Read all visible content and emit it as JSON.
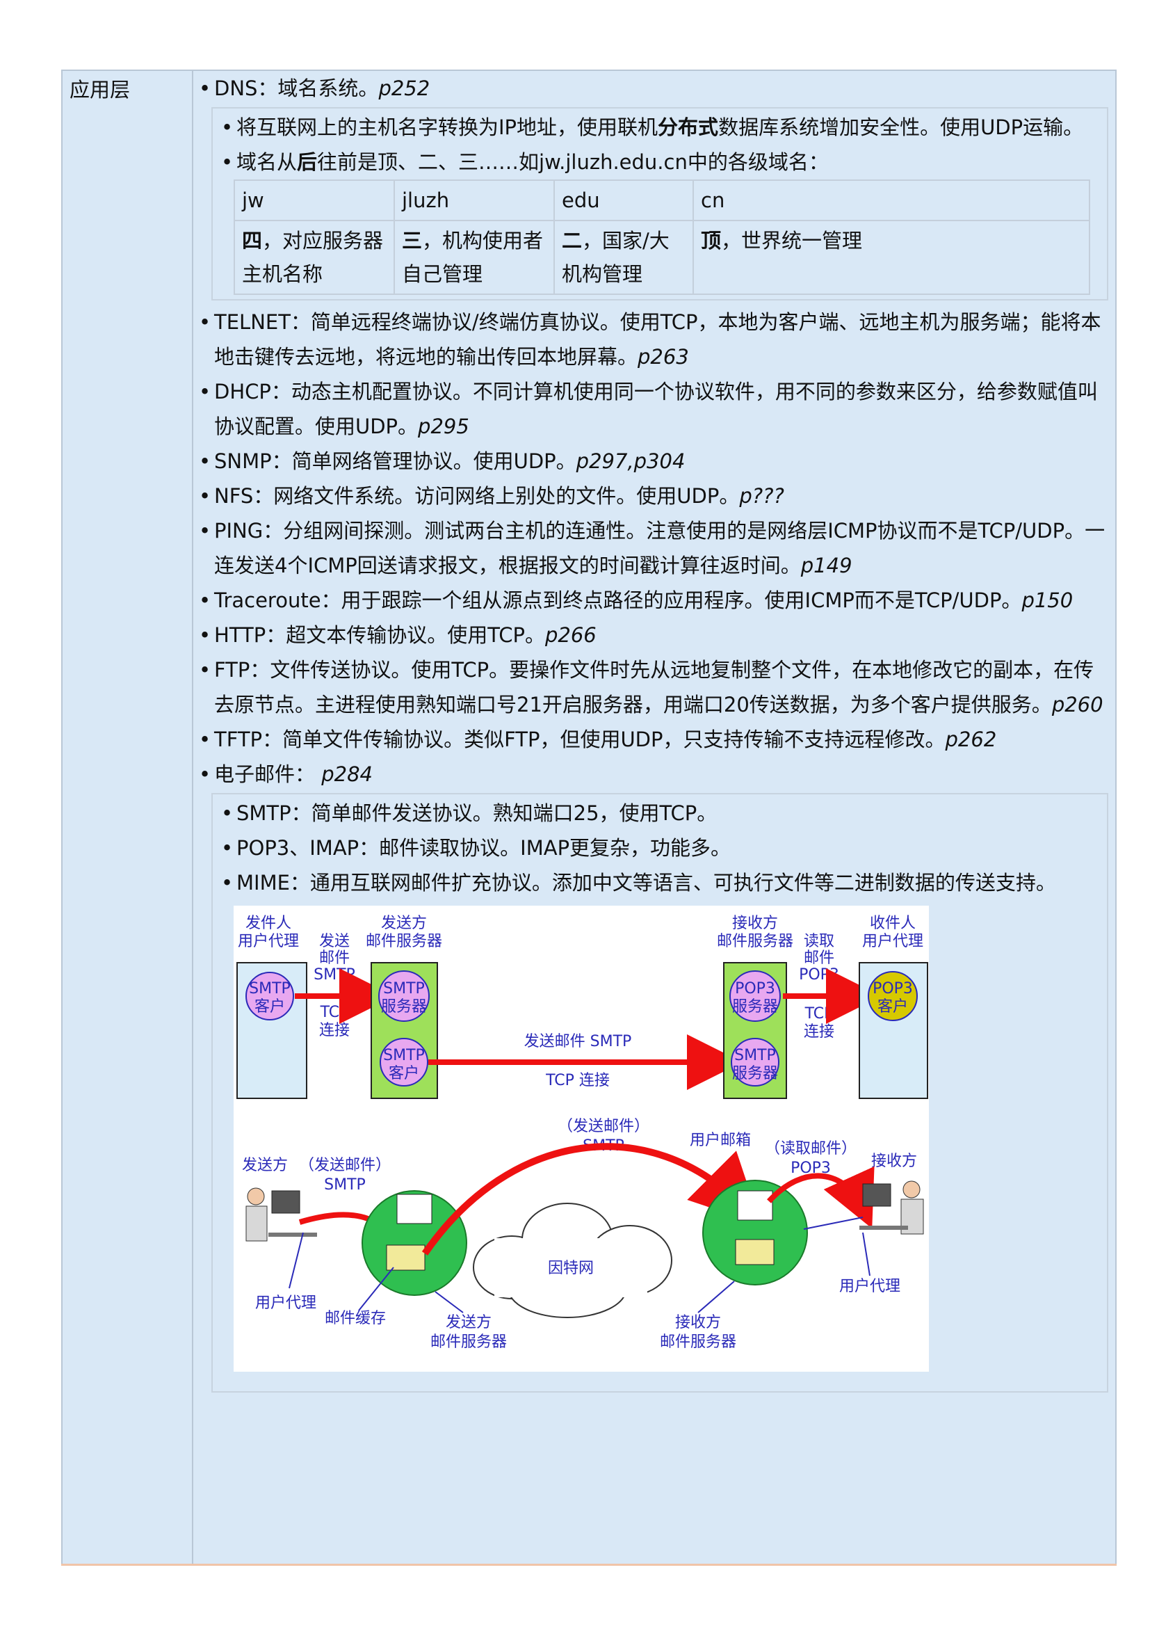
{
  "layer": "应用层",
  "dns": {
    "title": "DNS：域名系统。",
    "ref": "p252",
    "desc_a": "将互联网上的主机名字转换为IP地址，使用联机",
    "desc_bold": "分布式",
    "desc_b": "数据库系统增加安全性。使用UDP运输。",
    "order_a": "域名从",
    "order_bold": "后",
    "order_b": "往前是顶、二、三……如jw.jluzh.edu.cn中的各级域名：",
    "table": {
      "headers": [
        "jw",
        "jluzh",
        "edu",
        "cn"
      ],
      "levels": [
        "四",
        "三",
        "二",
        "顶"
      ],
      "descs": [
        "，对应服务器主机名称",
        "，机构使用者自己管理",
        "，国家/大机构管理",
        "，世界统一管理"
      ]
    }
  },
  "items": [
    {
      "text": "TELNET：简单远程终端协议/终端仿真协议。使用TCP，本地为客户端、远地主机为服务端；能将本地击键传去远地，将远地的输出传回本地屏幕。",
      "ref": "p263"
    },
    {
      "text": "DHCP：动态主机配置协议。不同计算机使用同一个协议软件，用不同的参数来区分，给参数赋值叫协议配置。使用UDP。",
      "ref": "p295"
    },
    {
      "text": "SNMP：简单网络管理协议。使用UDP。",
      "ref": "p297,p304"
    },
    {
      "text": "NFS：网络文件系统。访问网络上别处的文件。使用UDP。",
      "ref": "p???"
    },
    {
      "text": "PING：分组网间探测。测试两台主机的连通性。注意使用的是网络层ICMP协议而不是TCP/UDP。一连发送4个ICMP回送请求报文，根据报文的时间戳计算往返时间。",
      "ref": "p149"
    },
    {
      "text": "Traceroute：用于跟踪一个组从源点到终点路径的应用程序。使用ICMP而不是TCP/UDP。",
      "ref": "p150"
    },
    {
      "text": "HTTP：超文本传输协议。使用TCP。",
      "ref": "p266"
    },
    {
      "text": "FTP：文件传送协议。使用TCP。要操作文件时先从远地复制整个文件，在本地修改它的副本，在传去原节点。主进程使用熟知端口号21开启服务器，用端口20传送数据，为多个客户提供服务。",
      "ref": "p260"
    },
    {
      "text": "TFTP：简单文件传输协议。类似FTP，但使用UDP，只支持传输不支持远程修改。",
      "ref": "p262"
    }
  ],
  "email": {
    "title": "电子邮件：",
    "ref": "p284",
    "sub": [
      "SMTP：简单邮件发送协议。熟知端口25，使用TCP。",
      "POP3、IMAP：邮件读取协议。IMAP更复杂，功能多。",
      "MIME：通用互联网邮件扩充协议。添加中文等语言、可执行文件等二进制数据的传送支持。"
    ]
  },
  "diagram": {
    "sender_agent": [
      "发件人",
      "用户代理"
    ],
    "sender_server": [
      "发送方",
      "邮件服务器"
    ],
    "receiver_server": [
      "接收方",
      "邮件服务器"
    ],
    "receiver_agent": [
      "收件人",
      "用户代理"
    ],
    "send_mail_label": [
      "发送",
      "邮件",
      "SMTP"
    ],
    "read_mail_label": [
      "读取",
      "邮件",
      "POP3"
    ],
    "tcp_conn": [
      "TCP",
      "连接"
    ],
    "smtp_client": [
      "SMTP",
      "客户"
    ],
    "smtp_server": [
      "SMTP",
      "服务器"
    ],
    "pop3_server": [
      "POP3",
      "服务器"
    ],
    "pop3_client": [
      "POP3",
      "客户"
    ],
    "middle_top": "发送邮件 SMTP",
    "middle_bottom": "TCP 连接",
    "b_send_mail": [
      "（发送邮件）",
      "SMTP"
    ],
    "b_sender": "发送方",
    "b_sender_smtp": [
      "（发送邮件）",
      "SMTP"
    ],
    "b_mailbox": "用户邮箱",
    "b_read_mail": [
      "（读取邮件）",
      "POP3"
    ],
    "b_receiver": "接收方",
    "b_internet": "因特网",
    "b_agent_left": "用户代理",
    "b_agent_right": "用户代理",
    "b_cache": "邮件缓存",
    "b_sender_server": [
      "发送方",
      "邮件服务器"
    ],
    "b_receiver_server": [
      "接收方",
      "邮件服务器"
    ],
    "colors": {
      "arrow": "#ee1111",
      "box": "#d8ecf8",
      "server_box": "#9ee05a",
      "smtp_circle": "#e8a8f0",
      "pop3_circle": "#d7c900",
      "label": "#2a2ab8"
    }
  }
}
